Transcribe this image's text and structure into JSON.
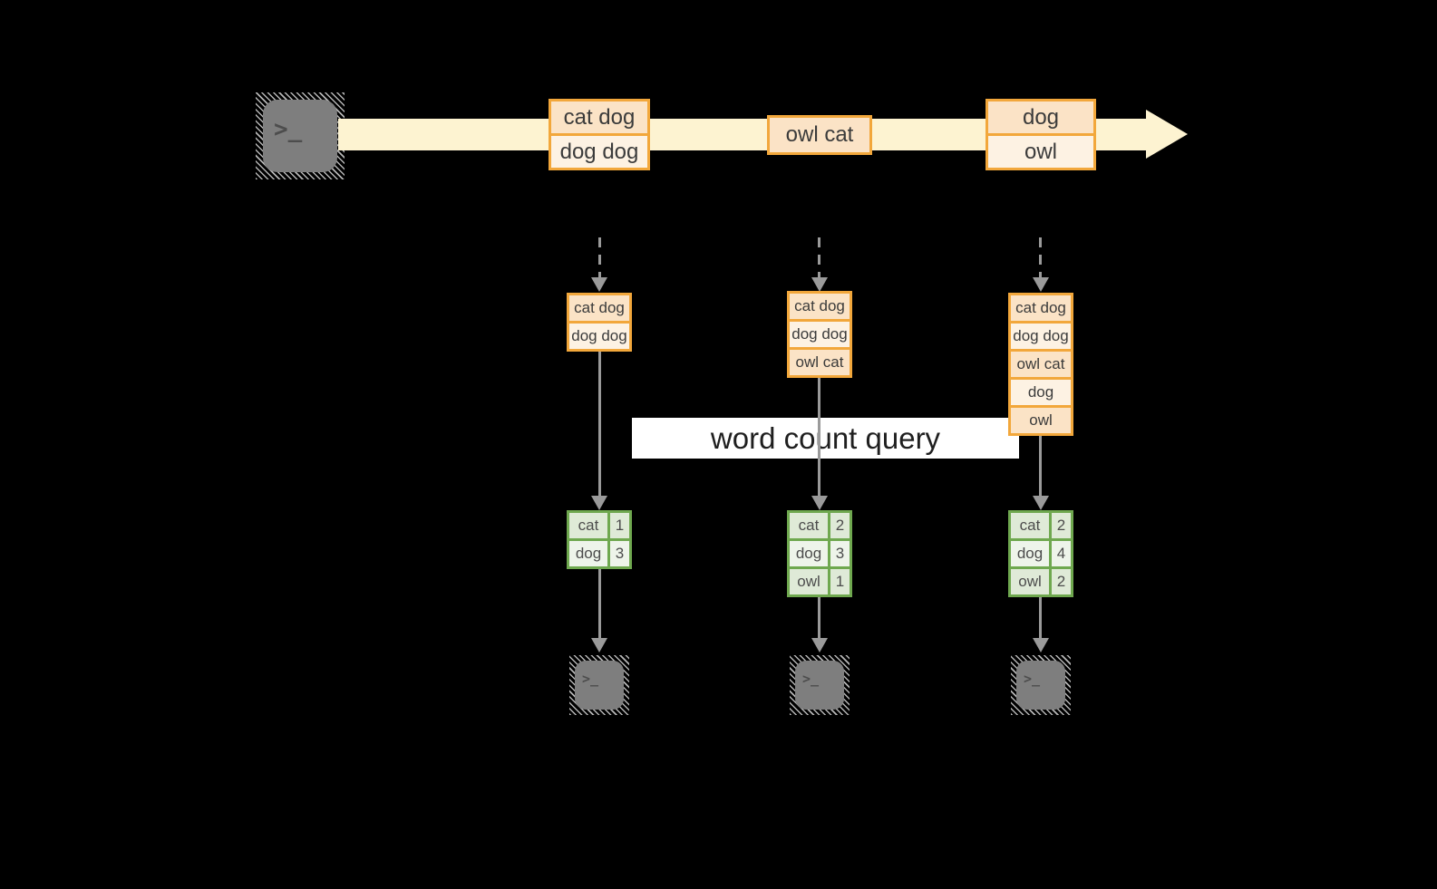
{
  "query_label": "word count query",
  "source_terminal": {
    "glyph": ">_"
  },
  "stream_messages": [
    {
      "rows": [
        "cat dog",
        "dog dog"
      ]
    },
    {
      "rows": [
        "owl cat"
      ]
    },
    {
      "rows": [
        "dog",
        "owl"
      ]
    }
  ],
  "columns": [
    {
      "buffer": [
        "cat dog",
        "dog dog"
      ],
      "counts": [
        {
          "word": "cat",
          "count": "1"
        },
        {
          "word": "dog",
          "count": "3"
        }
      ],
      "terminal_glyph": ">_"
    },
    {
      "buffer": [
        "cat dog",
        "dog dog",
        "owl cat"
      ],
      "counts": [
        {
          "word": "cat",
          "count": "2"
        },
        {
          "word": "dog",
          "count": "3"
        },
        {
          "word": "owl",
          "count": "1"
        }
      ],
      "terminal_glyph": ">_"
    },
    {
      "buffer": [
        "cat dog",
        "dog dog",
        "owl cat",
        "dog",
        "owl"
      ],
      "counts": [
        {
          "word": "cat",
          "count": "2"
        },
        {
          "word": "dog",
          "count": "4"
        },
        {
          "word": "owl",
          "count": "2"
        }
      ],
      "terminal_glyph": ">_"
    }
  ],
  "colors": {
    "background": "#000000",
    "stream_band": "#fdf3d1",
    "peach_fill": "#fbe3c6",
    "cream_fill": "#fdf2e3",
    "orange_border": "#f2a73b",
    "green_border": "#6fa84f",
    "green_cell_dark": "#dfead7",
    "green_cell_light": "#eef4ea",
    "arrow_gray": "#9a9a9a",
    "terminal_gray": "#7e7e7e"
  }
}
